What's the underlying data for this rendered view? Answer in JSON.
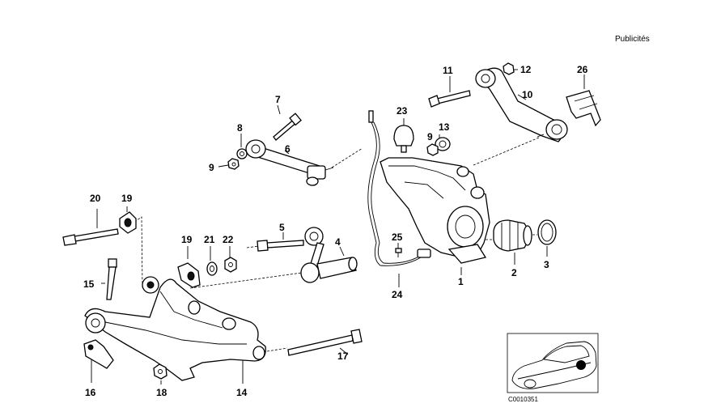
{
  "header": {
    "ads_label": "Publicités"
  },
  "diagram": {
    "part_numbers": {
      "p1": "1",
      "p2": "2",
      "p3": "3",
      "p4": "4",
      "p5": "5",
      "p6": "6",
      "p7": "7",
      "p8": "8",
      "p9a": "9",
      "p9b": "9",
      "p10": "10",
      "p11": "11",
      "p12": "12",
      "p13": "13",
      "p14": "14",
      "p15": "15",
      "p16": "16",
      "p17": "17",
      "p18": "18",
      "p19a": "19",
      "p19b": "19",
      "p20": "20",
      "p21": "21",
      "p22": "22",
      "p23": "23",
      "p24": "24",
      "p25": "25",
      "p26": "26"
    },
    "reference_code": "C0010351"
  }
}
